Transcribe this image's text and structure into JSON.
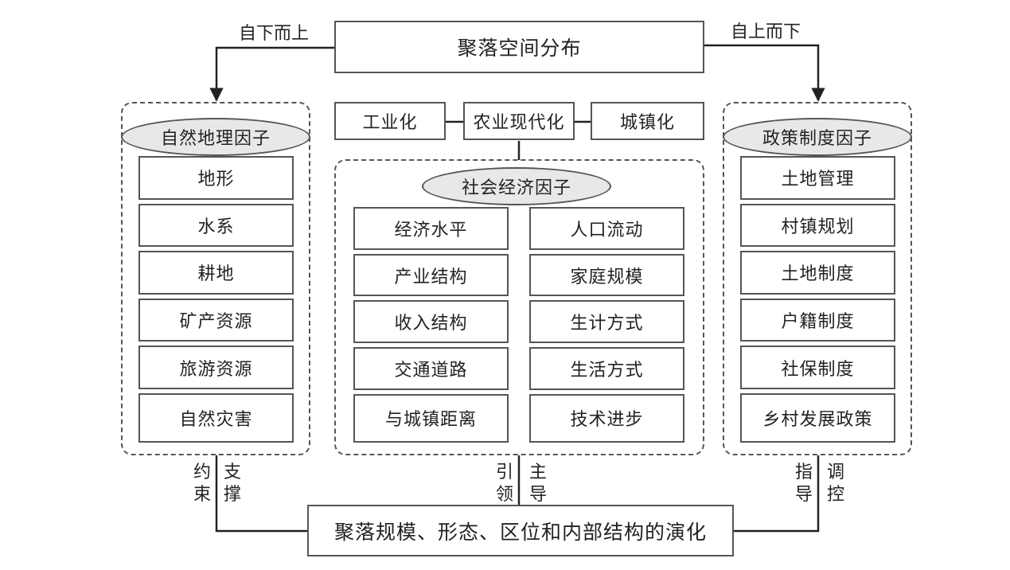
{
  "top": {
    "title": "聚落空间分布",
    "left_arrow_label": "自下而上",
    "right_arrow_label": "自上而下"
  },
  "natural": {
    "title": "自然地理因子",
    "items": [
      "地形",
      "水系",
      "耕地",
      "矿产资源",
      "旅游资源",
      "自然灾害"
    ],
    "bottom_labels": [
      "约束",
      "支撑"
    ]
  },
  "drivers": {
    "left": "工业化",
    "center": "农业现代化",
    "right": "城镇化"
  },
  "socio": {
    "title": "社会经济因子",
    "left_items": [
      "经济水平",
      "产业结构",
      "收入结构",
      "交通道路",
      "与城镇距离"
    ],
    "right_items": [
      "人口流动",
      "家庭规模",
      "生计方式",
      "生活方式",
      "技术进步"
    ],
    "bottom_labels": [
      "引领",
      "主导"
    ]
  },
  "policy": {
    "title": "政策制度因子",
    "items": [
      "土地管理",
      "村镇规划",
      "土地制度",
      "户籍制度",
      "社保制度",
      "乡村发展政策"
    ],
    "bottom_labels": [
      "指导",
      "调控"
    ]
  },
  "bottom": {
    "title": "聚落规模、形态、区位和内部结构的演化"
  }
}
